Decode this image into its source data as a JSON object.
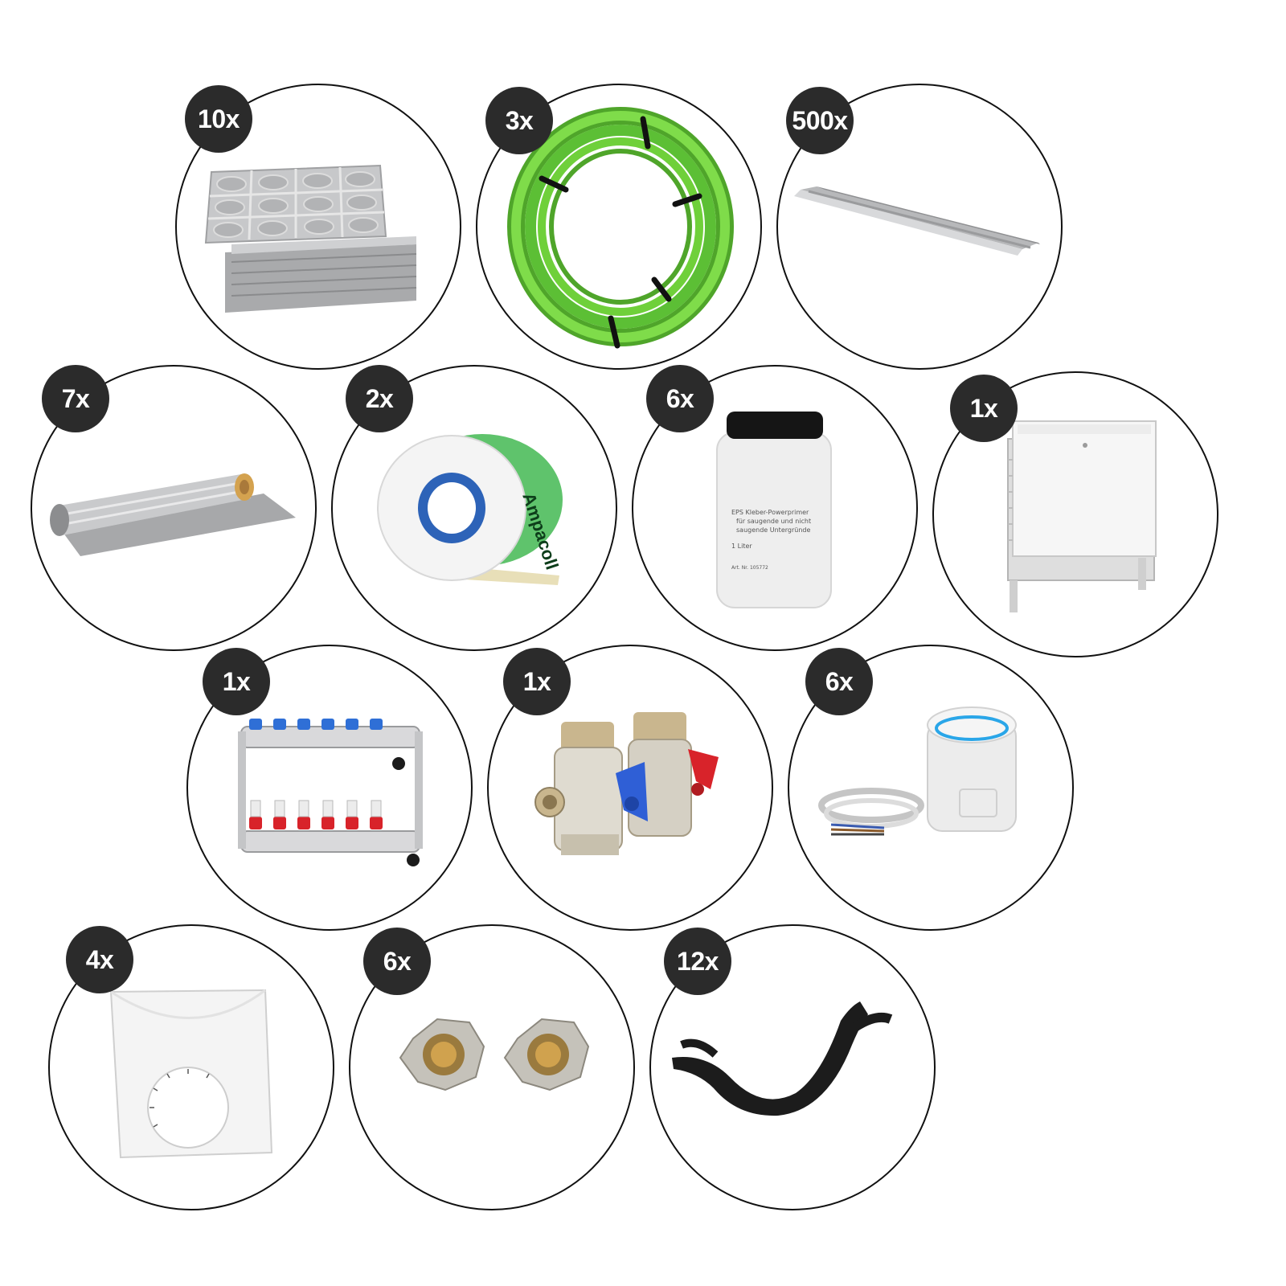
{
  "items": [
    {
      "quantity": "10x",
      "icon": "insulation-panels-icon"
    },
    {
      "quantity": "3x",
      "icon": "green-pipe-coil-icon"
    },
    {
      "quantity": "500x",
      "icon": "heat-conduction-sheet-icon"
    },
    {
      "quantity": "7x",
      "icon": "foil-roll-icon"
    },
    {
      "quantity": "2x",
      "icon": "adhesive-tape-icon"
    },
    {
      "quantity": "6x",
      "icon": "primer-bottle-icon"
    },
    {
      "quantity": "1x",
      "icon": "distribution-cabinet-icon"
    },
    {
      "quantity": "1x",
      "icon": "manifold-icon"
    },
    {
      "quantity": "1x",
      "icon": "ball-valves-icon"
    },
    {
      "quantity": "6x",
      "icon": "thermal-actuator-icon"
    },
    {
      "quantity": "4x",
      "icon": "room-thermostat-icon"
    },
    {
      "quantity": "6x",
      "icon": "compression-fittings-icon"
    },
    {
      "quantity": "12x",
      "icon": "pipe-bend-support-icon"
    }
  ],
  "bottle_label": {
    "line1": "EPS Kleber-Powerprimer",
    "line2": "für saugende und nicht",
    "line3": "saugende Untergründe",
    "volume": "1 Liter",
    "article": "Art. Nr. 105772"
  },
  "tape_label": "Ampacoll",
  "colors": {
    "badge": "#2b2b2b",
    "pipe_green": "#6fd03a",
    "valve_blue": "#2f5fd6",
    "valve_red": "#d8232a"
  }
}
